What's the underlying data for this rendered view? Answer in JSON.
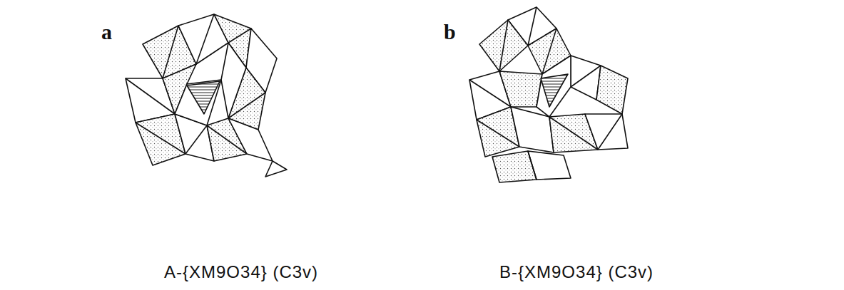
{
  "diagram": {
    "labels": [
      "a",
      "b",
      "A-{XM9O34} (C3v)",
      "B-{XM9O34} (C3v)"
    ]
  }
}
